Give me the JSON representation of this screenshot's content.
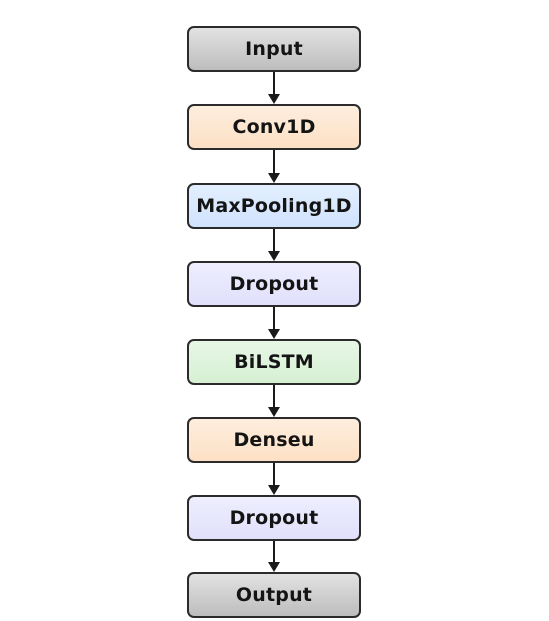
{
  "nodes": [
    {
      "label": "Input",
      "kind": "io"
    },
    {
      "label": "Conv1D",
      "kind": "orange"
    },
    {
      "label": "MaxPooling1D",
      "kind": "blue"
    },
    {
      "label": "Dropout",
      "kind": "purple"
    },
    {
      "label": "BiLSTM",
      "kind": "green"
    },
    {
      "label": "Denseu",
      "kind": "orange"
    },
    {
      "label": "Dropout",
      "kind": "purple"
    },
    {
      "label": "Output",
      "kind": "io"
    }
  ],
  "styles": {
    "io": {
      "fill_top": "#e2e2e2",
      "fill_bottom": "#bdbdbd"
    },
    "orange": {
      "fill_top": "#fdeede",
      "fill_bottom": "#fde0c5"
    },
    "blue": {
      "fill_top": "#e3efff",
      "fill_bottom": "#d0e2fd"
    },
    "purple": {
      "fill_top": "#eeeefe",
      "fill_bottom": "#e1e0fb"
    },
    "green": {
      "fill_top": "#e8f7e6",
      "fill_bottom": "#d6f0d3"
    }
  },
  "colors": {
    "border": "#2b2b2b",
    "arrow": "#1a1a1a",
    "text": "#141414"
  }
}
